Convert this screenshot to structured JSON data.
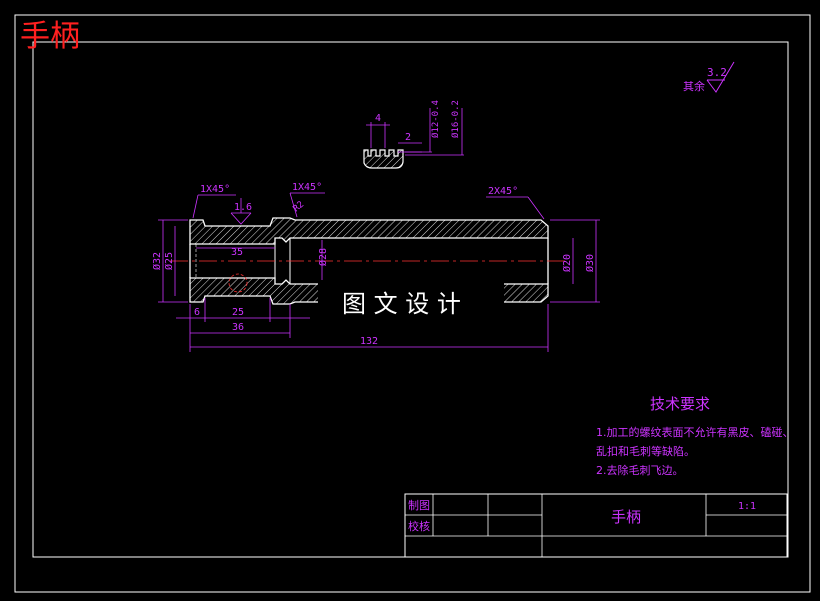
{
  "watermark_title": "手柄",
  "surface_finish": {
    "prefix": "其余",
    "value": "3.2",
    "local_value": "1.6"
  },
  "chamfers": {
    "left": "1X45°",
    "middle": "1X45°",
    "right": "2X45°"
  },
  "diameters": {
    "d32": "Ø32",
    "d25": "Ø25",
    "d28": "Ø28",
    "d20": "Ø20",
    "d30": "Ø30",
    "r2": "R2"
  },
  "lengths": {
    "bore": "35",
    "d6": "6",
    "d25": "25",
    "d36": "36",
    "total": "132"
  },
  "detail": {
    "width": "4",
    "depth": "2",
    "dia1": "Ø12-0.4",
    "dia2": "Ø16-0.2"
  },
  "overlay_text": "图 文 设 计",
  "tech_req": {
    "title": "技术要求",
    "line1": "1.加工的螺纹表面不允许有黑皮、磕碰、",
    "line2": "乱扣和毛刺等缺陷。",
    "line3": "2.去除毛刺飞边。"
  },
  "title_block": {
    "drawn": "制图",
    "checked": "校核",
    "part_name": "手柄",
    "scale": "1:1"
  },
  "colors": {
    "frame": "#ffffff",
    "dim": "#cc33ff",
    "outline": "#ffffff",
    "centerline": "#ff3333",
    "watermark": "#ff2020",
    "hatch": "#ffffff"
  }
}
